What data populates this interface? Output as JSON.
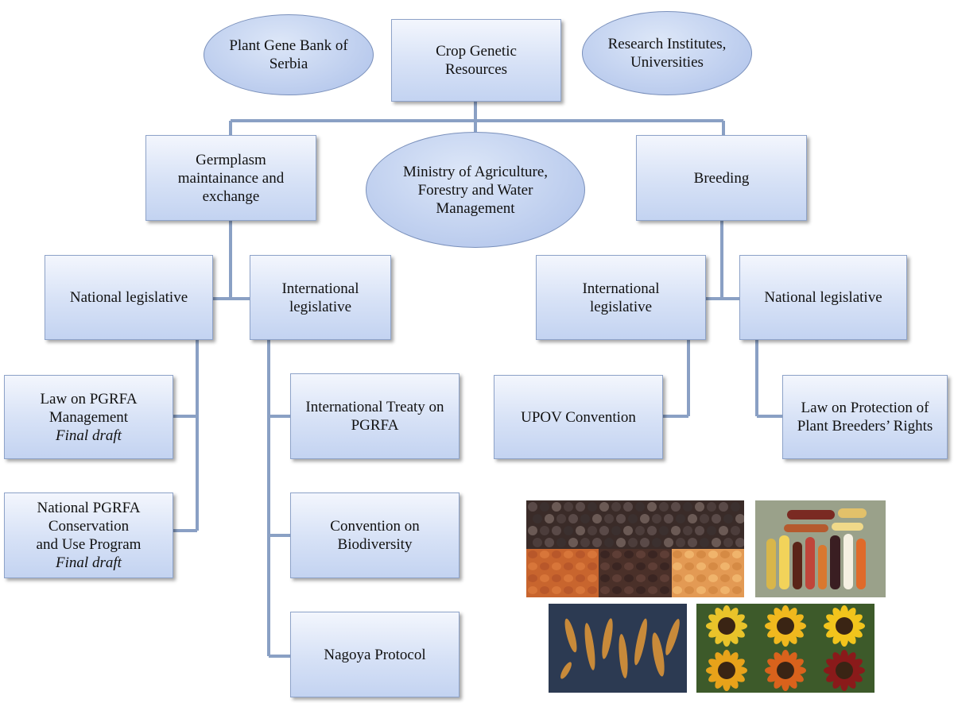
{
  "nodes": {
    "plant_gene_bank": "Plant Gene Bank of Serbia",
    "crop_genetic_resources": "Crop Genetic Resources",
    "research_institutes": "Research Institutes, Universities",
    "germplasm": "Germplasm maintainance and exchange",
    "ministry": "Ministry of Agriculture, Forestry and Water Management",
    "breeding": "Breeding",
    "national_legislative_left": "National legislative",
    "international_legislative_left": "International legislative",
    "international_legislative_right": "International legislative",
    "national_legislative_right": "National legislative",
    "law_pgrfa": {
      "line1": "Law on PGRFA",
      "line2": "Management",
      "note": "Final draft"
    },
    "national_program": {
      "line1": "National PGRFA",
      "line2": "Conservation",
      "line3": "and Use Program",
      "note": "Final draft"
    },
    "itpgrfa": "International Treaty on PGRFA",
    "cbd": "Convention on Biodiversity",
    "nagoya": "Nagoya Protocol",
    "upov": "UPOV Convention",
    "law_breeders": "Law on Protection of Plant Breeders’ Rights"
  },
  "photos": [
    "seed-photo",
    "maize-cobs-photo",
    "wheat-ears-photo",
    "sunflower-photo"
  ],
  "colors": {
    "connector": "#8aa0c4",
    "box_top": "#f3f6fd",
    "box_bottom": "#c3d3f1",
    "ellipse": "#b6c8ec"
  }
}
